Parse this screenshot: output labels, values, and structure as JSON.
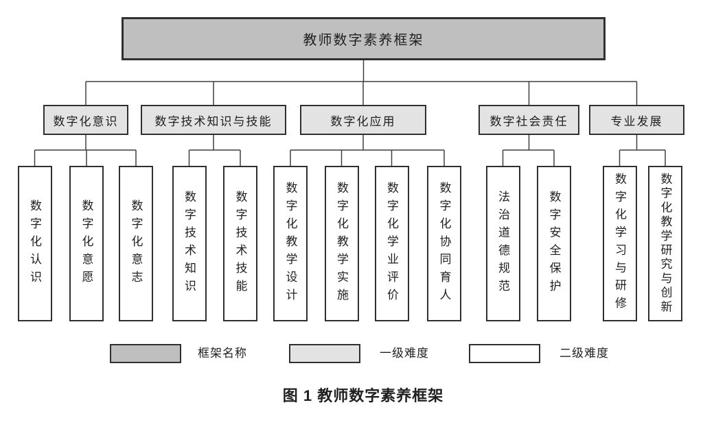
{
  "root": {
    "label": "教师数字素养框架"
  },
  "groups": [
    {
      "label": "数字化意识",
      "children": [
        "数字化认识",
        "数字化意愿",
        "数字化意志"
      ]
    },
    {
      "label": "数字技术知识与技能",
      "children": [
        "数字技术知识",
        "数字技术技能"
      ]
    },
    {
      "label": "数字化应用",
      "children": [
        "数字化教学设计",
        "数字化教学实施",
        "数字化学业评价",
        "数字化协同育人"
      ]
    },
    {
      "label": "数字社会责任",
      "children": [
        "法治道德规范",
        "数字安全保护"
      ]
    },
    {
      "label": "专业发展",
      "children": [
        "数字化学习与研修",
        "数字化教学研究与创新"
      ]
    }
  ],
  "legend": {
    "items": [
      {
        "label": "框架名称",
        "color": "#bfbfbf"
      },
      {
        "label": "一级难度",
        "color": "#e3e3e3"
      },
      {
        "label": "二级难度",
        "color": "#ffffff"
      }
    ]
  },
  "caption": "图 1 教师数字素养框架",
  "colors": {
    "root_fill": "#bfbfbf",
    "level1_fill": "#e3e3e3",
    "level2_fill": "#ffffff",
    "border": "#2f2f2f",
    "line": "#3f3f3f",
    "text": "#1f1f1f"
  }
}
